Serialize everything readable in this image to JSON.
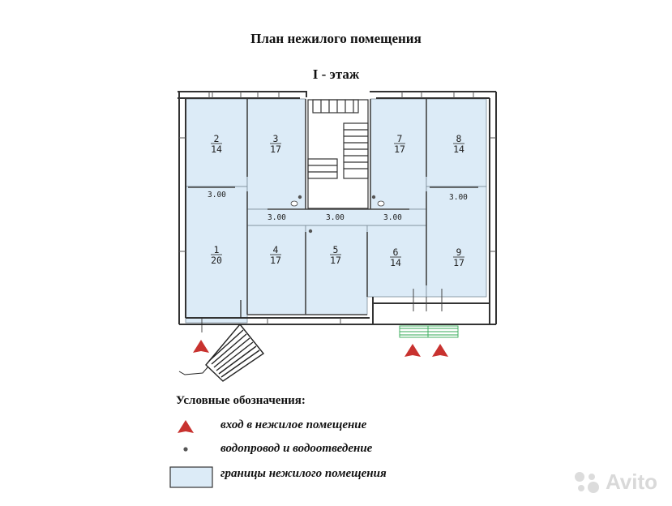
{
  "title": "План нежилого помещения",
  "floor": "I - этаж",
  "rooms": [
    {
      "num": "1",
      "area": "20"
    },
    {
      "num": "2",
      "area": "14"
    },
    {
      "num": "3",
      "area": "17"
    },
    {
      "num": "4",
      "area": "17"
    },
    {
      "num": "5",
      "area": "17"
    },
    {
      "num": "6",
      "area": "14"
    },
    {
      "num": "7",
      "area": "17"
    },
    {
      "num": "8",
      "area": "14"
    },
    {
      "num": "9",
      "area": "17"
    }
  ],
  "dimensions": [
    "3.00",
    "3.00",
    "3.00",
    "3.00",
    "3.00"
  ],
  "legend": {
    "heading": "Условные обозначения:",
    "items": [
      {
        "label": "вход в нежилое помещение",
        "icon": "entrance-arrow-icon"
      },
      {
        "label": "водопровод и водоотведение",
        "icon": "water-point-icon"
      },
      {
        "label": "границы нежилого помещения",
        "icon": "area-boundary-icon"
      }
    ]
  },
  "colors": {
    "room_fill": "#dcebf7",
    "wall": "#333333",
    "arrow": "#c8322f",
    "ramp": "#33aa55"
  },
  "watermark": "Avito"
}
